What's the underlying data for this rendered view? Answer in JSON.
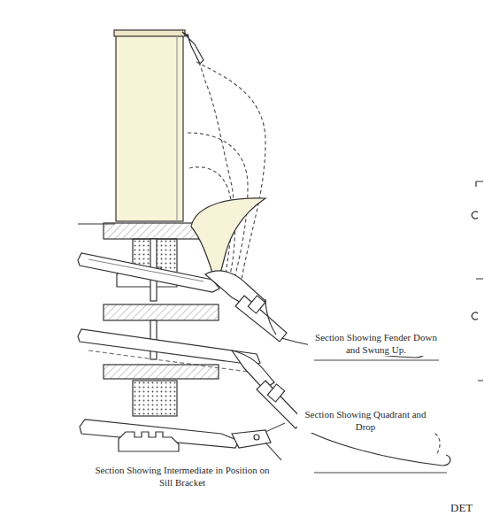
{
  "diagram": {
    "labels": [
      "Section Showing Fender Down and Swung Up.",
      "Section Showing Quadrant and Drop",
      "Section Showing Intermediate in Position on Sill Bracket",
      "DET"
    ]
  }
}
